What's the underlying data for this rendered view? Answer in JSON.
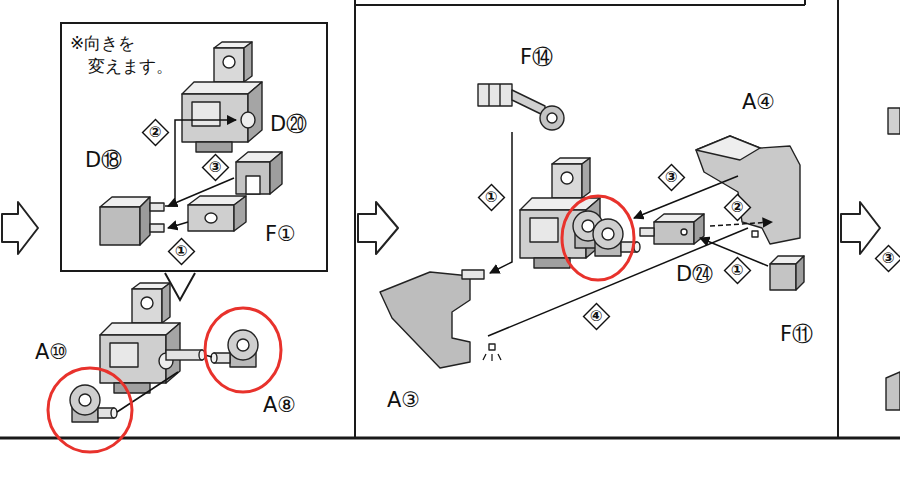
{
  "diagram": {
    "nodes": [
      {
        "text": [
          "※向きを 変えます。"
        ]
      },
      {
        "text": [
          "②"
        ],
        "in": 0
      },
      {
        "text": [
          "③"
        ],
        "in": 0
      },
      {
        "text": [
          "①"
        ],
        "in": 0
      },
      {
        "text": [
          "①"
        ]
      },
      {
        "text": [
          "③"
        ]
      },
      {
        "text": [
          "②"
        ]
      },
      {
        "text": [
          "①"
        ]
      },
      {
        "text": [
          "④"
        ]
      },
      {
        "text": [
          "③"
        ]
      }
    ],
    "labels": [
      "D⑳",
      "D⑱",
      "F①",
      "A⑩",
      "A⑧",
      "F⑭",
      "A④",
      "D㉔",
      "F⑪",
      "A③"
    ]
  }
}
